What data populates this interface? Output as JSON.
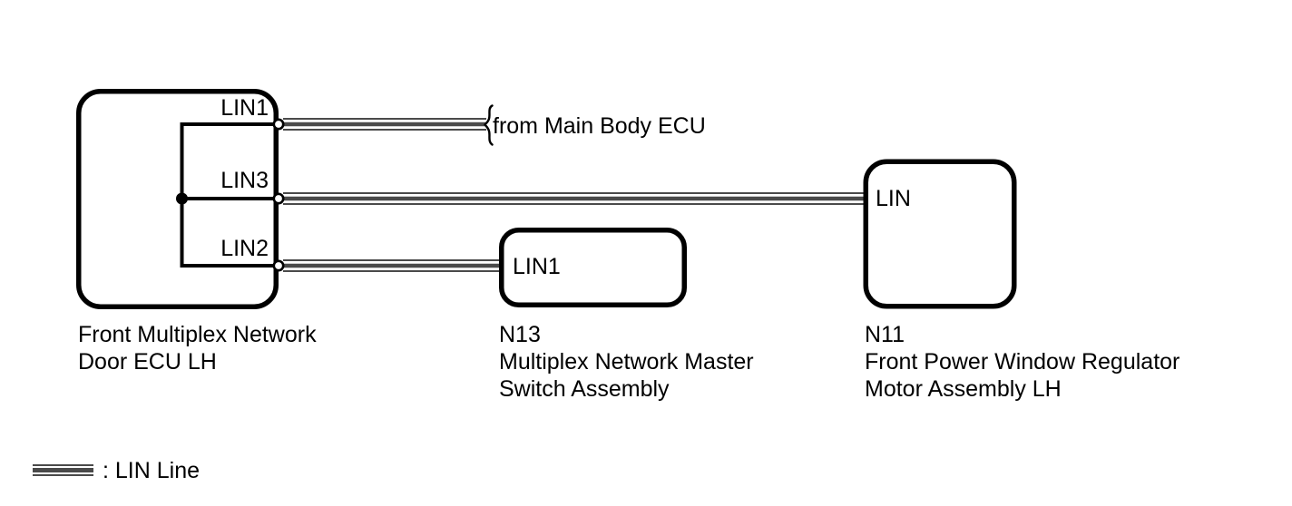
{
  "colors": {
    "wire": "#4a4a4a",
    "outline": "#000000",
    "background": "#ffffff"
  },
  "door_ecu": {
    "pin_lin1": "LIN1",
    "pin_lin3": "LIN3",
    "pin_lin2": "LIN2",
    "caption_line1": "Front Multiplex Network",
    "caption_line2": "Door ECU LH"
  },
  "master_switch": {
    "pin_lin1": "LIN1",
    "caption_line1": "N13",
    "caption_line2": "Multiplex Network Master",
    "caption_line3": "Switch Assembly"
  },
  "window_motor": {
    "pin_lin": "LIN",
    "caption_line1": "N11",
    "caption_line2": "Front Power Window Regulator",
    "caption_line3": "Motor Assembly LH"
  },
  "annotations": {
    "from_main_body_ecu": "from Main Body ECU"
  },
  "legend": {
    "lin_line": ": LIN Line"
  }
}
